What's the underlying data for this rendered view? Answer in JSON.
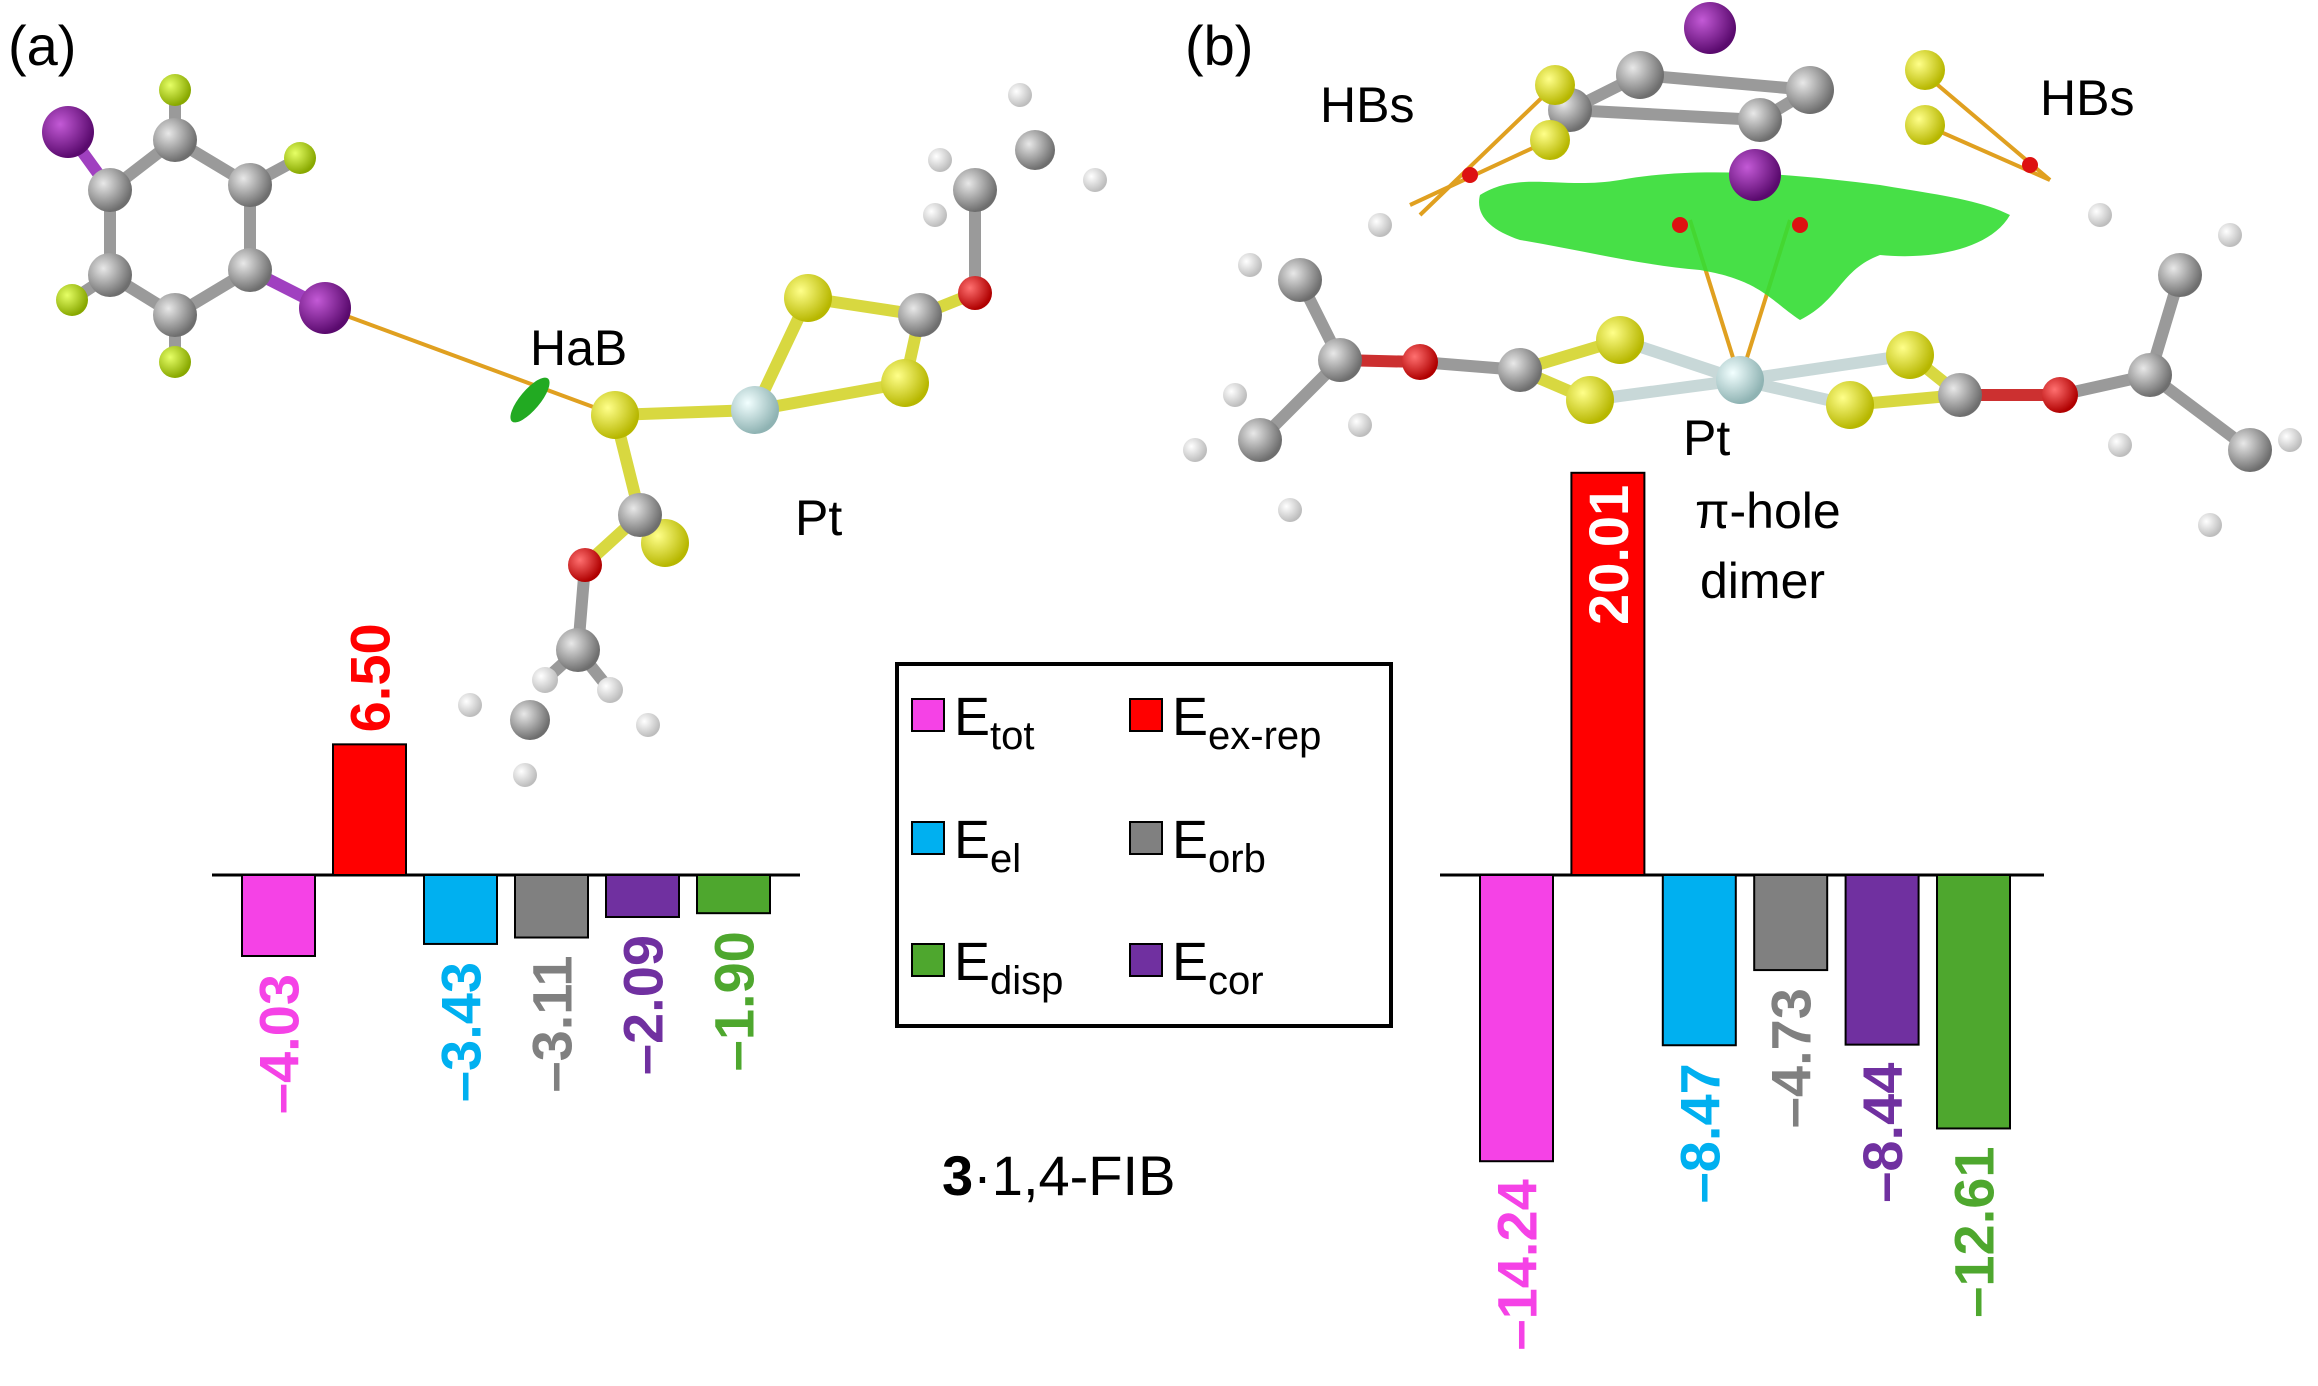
{
  "panels": {
    "a": {
      "label": "(a)",
      "interaction_label": "HaB",
      "metal_label": "Pt"
    },
    "b": {
      "label": "(b)",
      "hb_left": "HBs",
      "hb_right": "HBs",
      "metal_label": "Pt",
      "type_line1": "π-hole",
      "type_line2": "dimer"
    }
  },
  "caption": {
    "bold": "3",
    "rest": "·1,4-FIB"
  },
  "legend": [
    {
      "main": "E",
      "sub": "tot",
      "color": "#f542e6"
    },
    {
      "main": "E",
      "sub": "ex-rep",
      "color": "#ff0000"
    },
    {
      "main": "E",
      "sub": "el",
      "color": "#00b0f0"
    },
    {
      "main": "E",
      "sub": "orb",
      "color": "#808080"
    },
    {
      "main": "E",
      "sub": "disp",
      "color": "#4ea72e"
    },
    {
      "main": "E",
      "sub": "cor",
      "color": "#7030a0"
    }
  ],
  "chart_data": [
    {
      "type": "bar",
      "panel": "(a)",
      "categories": [
        "Etot",
        "Eex-rep",
        "Eel",
        "Eorb",
        "Ecor",
        "Edisp"
      ],
      "values": [
        -4.03,
        6.5,
        -3.43,
        -3.11,
        -2.09,
        -1.9
      ],
      "labels": [
        "–4.03",
        "6.50",
        "–3.43",
        "–3.11",
        "–2.09",
        "–1.90"
      ],
      "colors": [
        "#f542e6",
        "#ff0000",
        "#00b0f0",
        "#808080",
        "#7030a0",
        "#4ea72e"
      ]
    },
    {
      "type": "bar",
      "panel": "(b)",
      "categories": [
        "Etot",
        "Eex-rep",
        "Eel",
        "Eorb",
        "Ecor",
        "Edisp"
      ],
      "values": [
        -14.24,
        20.01,
        -8.47,
        -4.73,
        -8.44,
        -12.61
      ],
      "labels": [
        "–14.24",
        "20.01",
        "–8.47",
        "–4.73",
        "–8.44",
        "–12.61"
      ],
      "colors": [
        "#f542e6",
        "#ff0000",
        "#00b0f0",
        "#808080",
        "#7030a0",
        "#4ea72e"
      ]
    }
  ]
}
